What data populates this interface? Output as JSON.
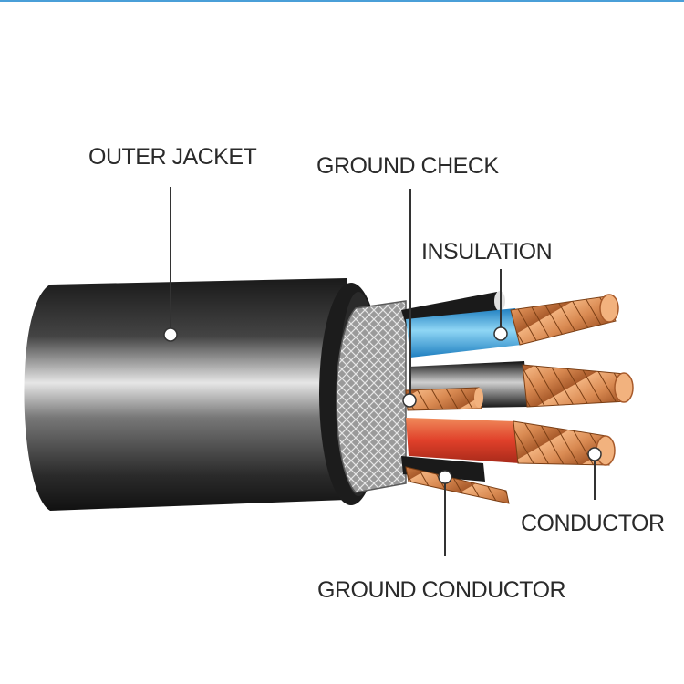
{
  "labels": {
    "outer_jacket": "OUTER JACKET",
    "ground_check": "GROUND CHECK",
    "insulation": "INSULATION",
    "conductor": "CONDUCTOR",
    "ground_conductor": "GROUND CONDUCTOR"
  },
  "colors": {
    "top_border": "#4a9fd8",
    "jacket": "#2a2a2a",
    "shield": "#9a9a9a",
    "blue_insulation": "#35a8e0",
    "black_insulation": "#222222",
    "red_insulation": "#e0402a",
    "copper": "#d98a52",
    "leader": "#333333"
  }
}
